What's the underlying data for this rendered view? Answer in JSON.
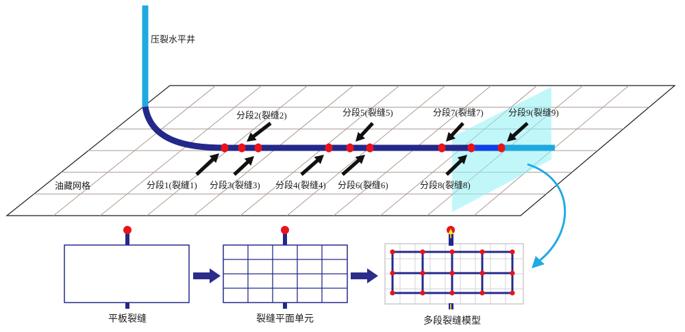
{
  "well_label": "压裂水平井",
  "grid_label": "油藏网格",
  "stages": [
    {
      "label": "分段1(裂缝1)"
    },
    {
      "label": "分段2(裂缝2)"
    },
    {
      "label": "分段3(裂缝3)"
    },
    {
      "label": "分段4(裂缝4)"
    },
    {
      "label": "分段5(裂缝5)"
    },
    {
      "label": "分段6(裂缝6)"
    },
    {
      "label": "分段7(裂缝7)"
    },
    {
      "label": "分段8(裂缝8)"
    },
    {
      "label": "分段9(裂缝9)"
    }
  ],
  "panels": [
    {
      "caption": "平板裂缝"
    },
    {
      "caption": "裂缝平面单元"
    },
    {
      "caption": "多段裂缝模型"
    }
  ],
  "colors": {
    "well_vertical": "#1fa9e0",
    "well_horizontal": "#24288a",
    "well_bright": "#1040e8",
    "fracture_point": "#e8131b",
    "fracture_plane": "#8ff0f5",
    "grid_line": "#a89a92",
    "arrow": "#111111",
    "flow_arrow": "#2c2c8a",
    "curve_arrow": "#21a9e6"
  }
}
